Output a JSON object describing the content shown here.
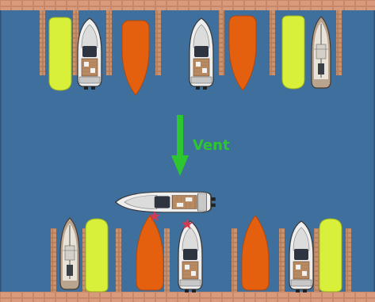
{
  "scene": {
    "water_color": "#3f6f9c",
    "quay_color": "#c9876a",
    "finger_color": "#b7805e",
    "fender_yellow": "#d9f03a",
    "fender_orange": "#e4600f",
    "hull_white": "#ececec",
    "deck_wood": "#b88a62",
    "marker_color": "#d23b52"
  },
  "wind": {
    "label": "Vent",
    "arrow_color": "#2ec630",
    "label_color": "#2ec630",
    "direction": "down"
  },
  "top_row": [
    {
      "kind": "yellow-fender"
    },
    {
      "kind": "motor-yacht"
    },
    {
      "kind": "orange-fender"
    },
    {
      "kind": "motor-yacht"
    },
    {
      "kind": "orange-fender"
    },
    {
      "kind": "yellow-fender"
    },
    {
      "kind": "sailboat"
    }
  ],
  "bottom_row": [
    {
      "kind": "sailboat"
    },
    {
      "kind": "yellow-fender"
    },
    {
      "kind": "orange-fender"
    },
    {
      "kind": "motor-yacht"
    },
    {
      "kind": "orange-fender"
    },
    {
      "kind": "motor-yacht"
    },
    {
      "kind": "yellow-fender"
    }
  ],
  "maneuvering_boat": {
    "kind": "motor-yacht",
    "heading": "left"
  },
  "markers": [
    {
      "kind": "star"
    },
    {
      "kind": "star"
    }
  ]
}
